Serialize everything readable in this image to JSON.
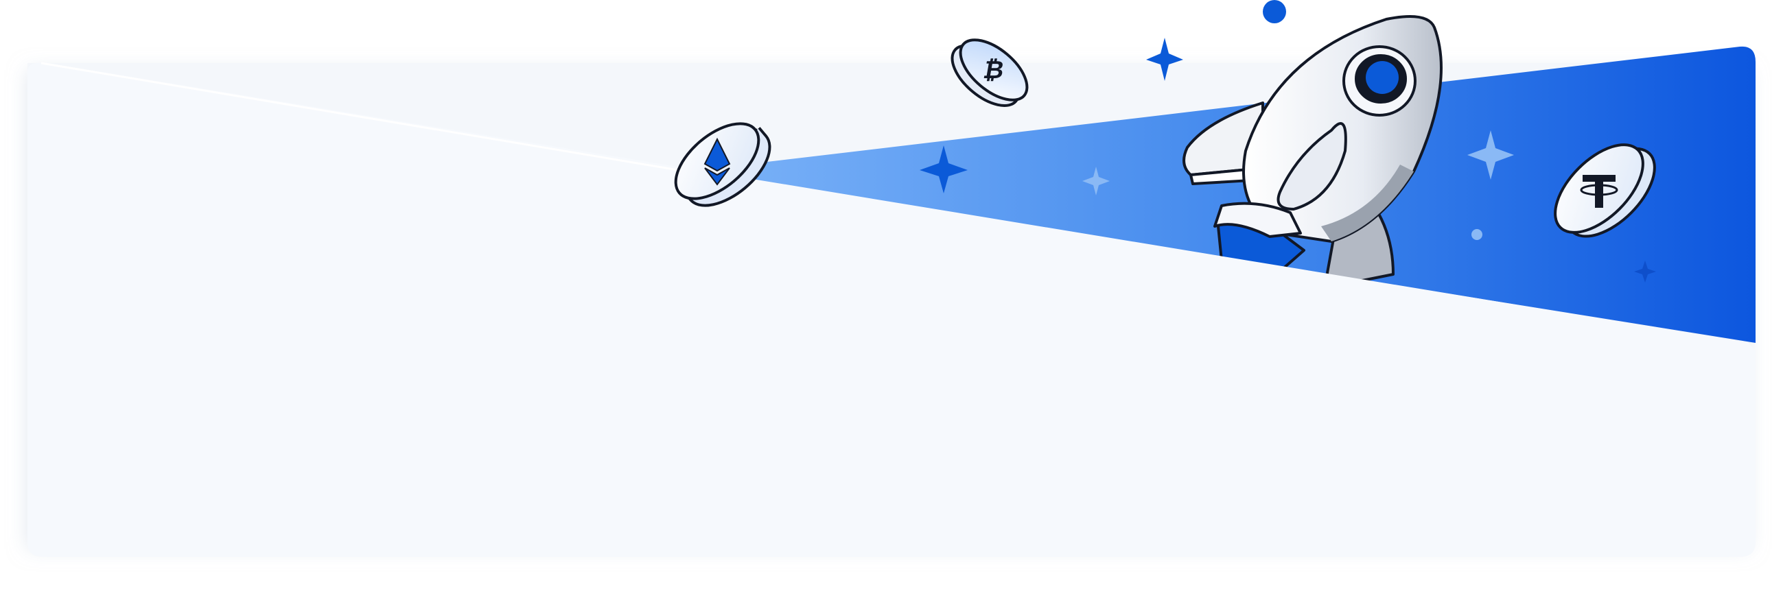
{
  "banner": {
    "name": "crypto-rocket-promo-banner",
    "colors": {
      "page_background": "#ffffff",
      "card_background": "#f6f9fd",
      "card_shadow": "#dde4ee",
      "beam_start": "#7db4f8",
      "beam_end": "#0b55de",
      "accent_blue": "#0b5ad8",
      "sparkle_light": "#8ab9f5",
      "outline": "#121826",
      "rocket_body": "#eef1f6",
      "rocket_shade": "#b8bec8"
    },
    "coins": [
      {
        "name": "ethereum-coin",
        "icon": "ethereum-icon"
      },
      {
        "name": "bitcoin-coin",
        "icon": "bitcoin-icon"
      },
      {
        "name": "tether-coin",
        "icon": "tether-icon"
      }
    ],
    "illustration": "rocket-icon"
  }
}
